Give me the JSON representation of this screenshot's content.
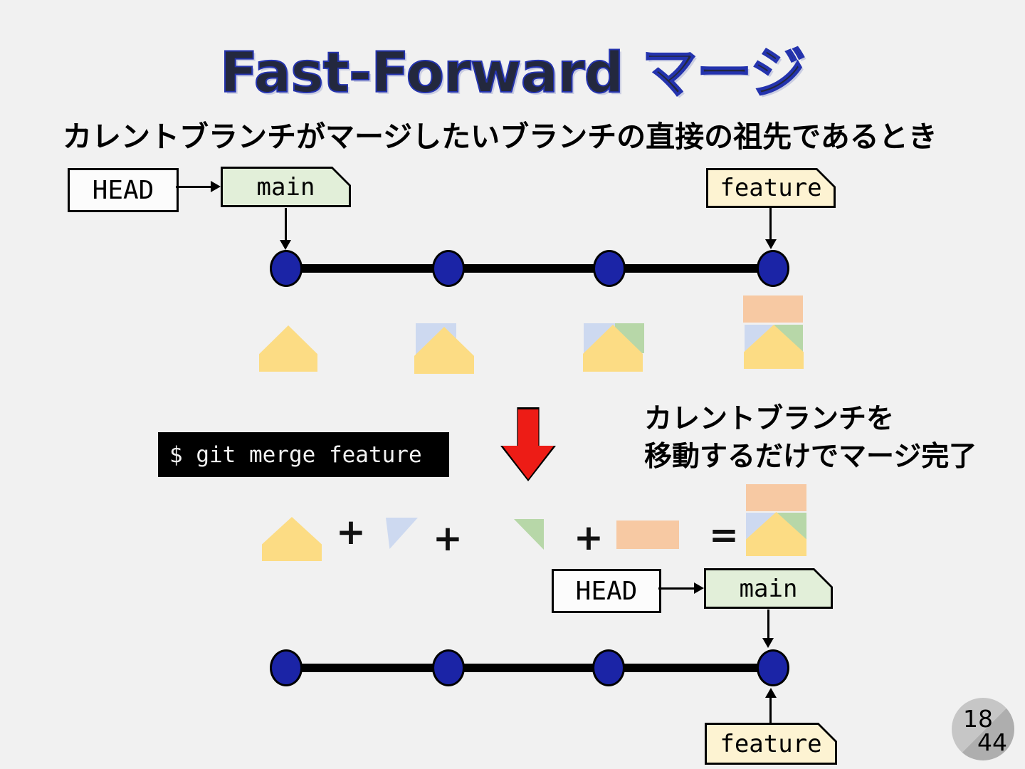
{
  "title": "Fast-Forward マージ",
  "subtitle": "カレントブランチがマージしたいブランチの直接の祖先であるとき",
  "top_diagram": {
    "head_label": "HEAD",
    "main_label": "main",
    "feature_label": "feature"
  },
  "command_box": {
    "command": "$ git merge feature"
  },
  "merge_note": {
    "line1": "カレントブランチを",
    "line2": "移動するだけでマージ完了"
  },
  "equation": {
    "plus": "+",
    "equals": "="
  },
  "bottom_diagram": {
    "head_label": "HEAD",
    "main_label": "main",
    "feature_label": "feature"
  },
  "page_indicator": {
    "current": "18",
    "total": "44"
  },
  "palette": {
    "background": "#f1f1f1",
    "title_fill": "#23283e",
    "title_stroke": "#2433ae",
    "commit_blue": "#1b24a6",
    "main_fill": "#e2efd9",
    "feature_fill": "#fdf3d2",
    "head_fill": "#fcfcfc",
    "snapshot_yellow": "#fcdc84",
    "snapshot_blue": "#cdd9f0",
    "snapshot_green": "#b7d7a8",
    "snapshot_orange": "#f7c9a3",
    "terminal_bg": "#000000",
    "terminal_fg": "#f2f2f2",
    "arrow_red": "#ed1c16",
    "page_circle_light": "#c6c6c6",
    "page_circle_dark": "#aeaeae"
  }
}
